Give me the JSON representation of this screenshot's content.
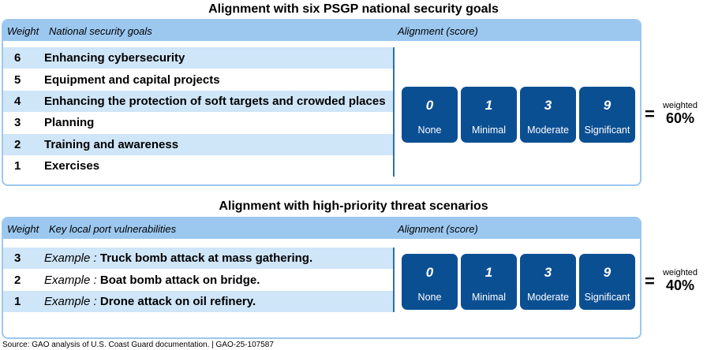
{
  "section1": {
    "title": "Alignment with six PSGP national security goals",
    "col_weight": "Weight",
    "col_goals": "National security goals",
    "col_alignment": "Alignment (score)",
    "rows": [
      {
        "weight": "6",
        "label": "Enhancing cybersecurity"
      },
      {
        "weight": "5",
        "label": "Equipment and capital projects"
      },
      {
        "weight": "4",
        "label": "Enhancing the protection of soft targets and crowded places"
      },
      {
        "weight": "3",
        "label": "Planning"
      },
      {
        "weight": "2",
        "label": "Training and awareness"
      },
      {
        "weight": "1",
        "label": "Exercises"
      }
    ],
    "scores": [
      {
        "value": "0",
        "label": "None"
      },
      {
        "value": "1",
        "label": "Minimal"
      },
      {
        "value": "3",
        "label": "Moderate"
      },
      {
        "value": "9",
        "label": "Significant"
      }
    ],
    "equals": "=",
    "weighted_label": "weighted",
    "weighted_value": "60%"
  },
  "section2": {
    "title": "Alignment with high-priority threat scenarios",
    "col_weight": "Weight",
    "col_goals": "Key local port vulnerabilities",
    "col_alignment": "Alignment (score)",
    "rows": [
      {
        "weight": "3",
        "prefix": "Example :",
        "label": "Truck bomb attack at mass gathering."
      },
      {
        "weight": "2",
        "prefix": "Example :",
        "label": "Boat bomb attack on bridge."
      },
      {
        "weight": "1",
        "prefix": "Example :",
        "label": "Drone attack on oil refinery."
      }
    ],
    "scores": [
      {
        "value": "0",
        "label": "None"
      },
      {
        "value": "1",
        "label": "Minimal"
      },
      {
        "value": "3",
        "label": "Moderate"
      },
      {
        "value": "9",
        "label": "Significant"
      }
    ],
    "equals": "=",
    "weighted_label": "weighted",
    "weighted_value": "40%"
  },
  "source": "Source: GAO analysis of U.S. Coast Guard documentation.  |  GAO-25-107587"
}
